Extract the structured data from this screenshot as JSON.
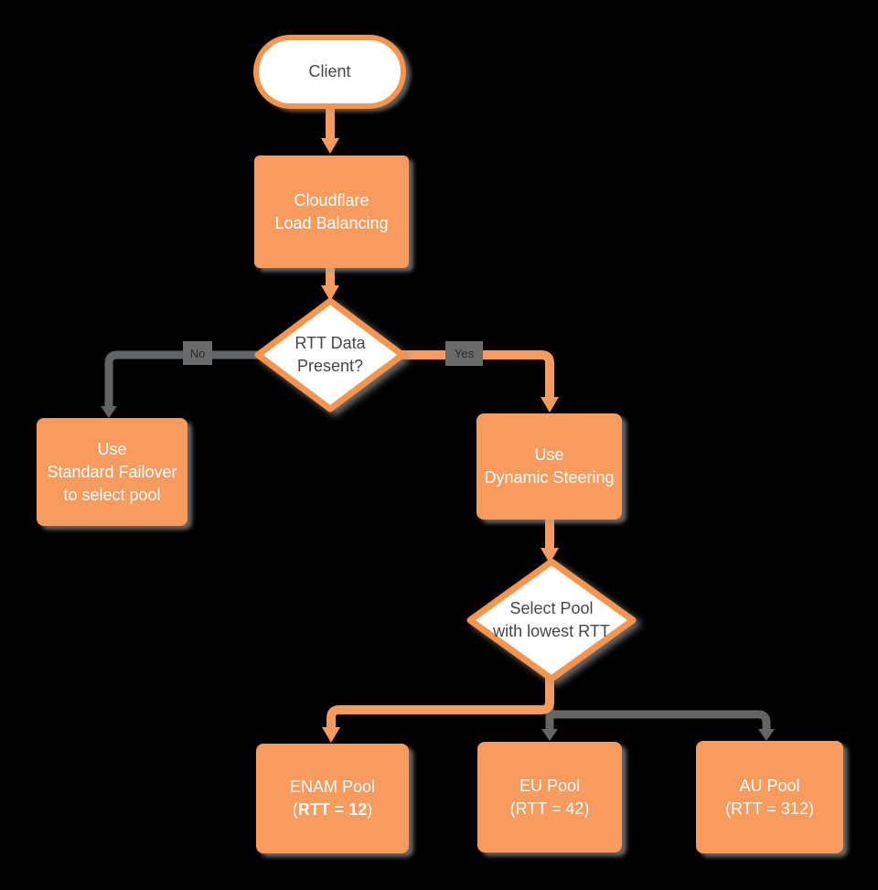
{
  "diagram": {
    "title": "Cloudflare Load Balancing flowchart",
    "background_color": "#000000",
    "colors": {
      "node_fill_orange": "#F89B5E",
      "node_border_orange": "#F7944D",
      "node_fill_white": "#FFFFFF",
      "connector_orange": "#F89B5E",
      "connector_gray": "#636466",
      "edge_label_bg": "#696969",
      "edge_label_text": "#2F2F2F",
      "text_on_orange": "#FFFFFF",
      "text_on_white": "#474747"
    },
    "nodes": {
      "client": {
        "label": "Client"
      },
      "load_balancing": {
        "line1": "Cloudflare",
        "line2": "Load Balancing"
      },
      "rtt_decision": {
        "line1": "RTT Data",
        "line2": "Present?"
      },
      "standard_failover": {
        "line1": "Use",
        "line2": "Standard Failover",
        "line3": "to select pool"
      },
      "dynamic_steering": {
        "line1": "Use",
        "line2": "Dynamic Steering"
      },
      "select_pool": {
        "line1": "Select Pool",
        "line2": "with lowest RTT"
      },
      "enam_pool": {
        "line1": "ENAM Pool",
        "line2_open": "(",
        "line2_bold": "RTT = 12",
        "line2_close": ")"
      },
      "eu_pool": {
        "line1": "EU Pool",
        "line2": "(RTT = 42)"
      },
      "au_pool": {
        "line1": "AU Pool",
        "line2": "(RTT = 312)"
      }
    },
    "edge_labels": {
      "no": "No",
      "yes": "Yes"
    }
  }
}
